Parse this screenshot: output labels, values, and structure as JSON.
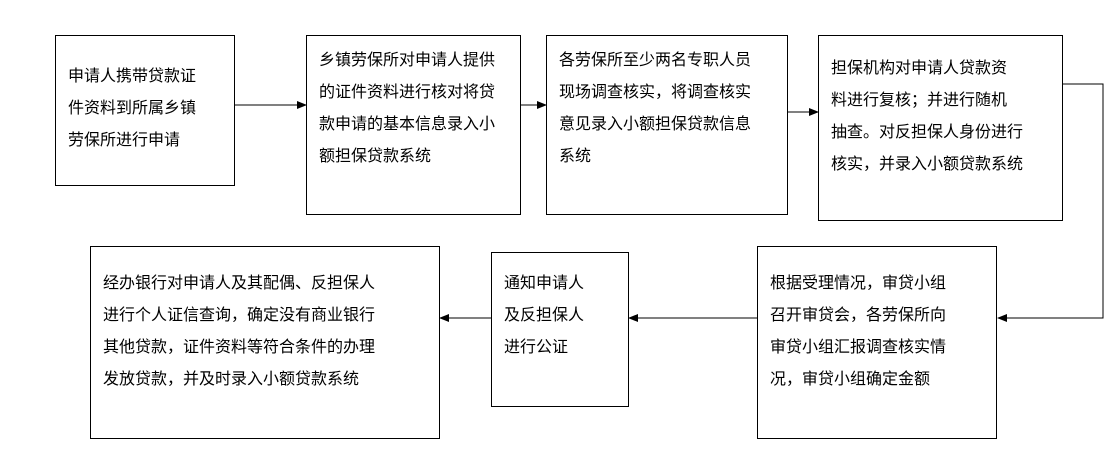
{
  "steps": {
    "s1": {
      "lines": [
        "申请人携带贷款证",
        "件资料到所属乡镇",
        "劳保所进行申请"
      ]
    },
    "s2": {
      "lines": [
        "乡镇劳保所对申请人提供",
        "的证件资料进行核对将贷",
        "款申请的基本信息录入小",
        "额担保贷款系统"
      ]
    },
    "s3": {
      "lines": [
        "各劳保所至少两名专职人员",
        "现场调查核实，将调查核实",
        "意见录入小额担保贷款信息",
        "系统"
      ]
    },
    "s4": {
      "lines": [
        "担保机构对申请人贷款资",
        "料进行复核；并进行随机",
        "抽查。对反担保人身份进行",
        "核实，并录入小额贷款系统"
      ]
    },
    "s5": {
      "lines": [
        "根据受理情况，审贷小组",
        "召开审贷会，各劳保所向",
        "审贷小组汇报调查核实情",
        "况，审贷小组确定金额"
      ]
    },
    "s6": {
      "lines": [
        "通知申请人",
        "及反担保人",
        "进行公证"
      ]
    },
    "s7": {
      "lines": [
        "经办银行对申请人及其配偶、反担保人",
        "进行个人证信查询，确定没有商业银行",
        "其他贷款，证件资料等符合条件的办理",
        "发放贷款，并及时录入小额贷款系统"
      ]
    }
  }
}
